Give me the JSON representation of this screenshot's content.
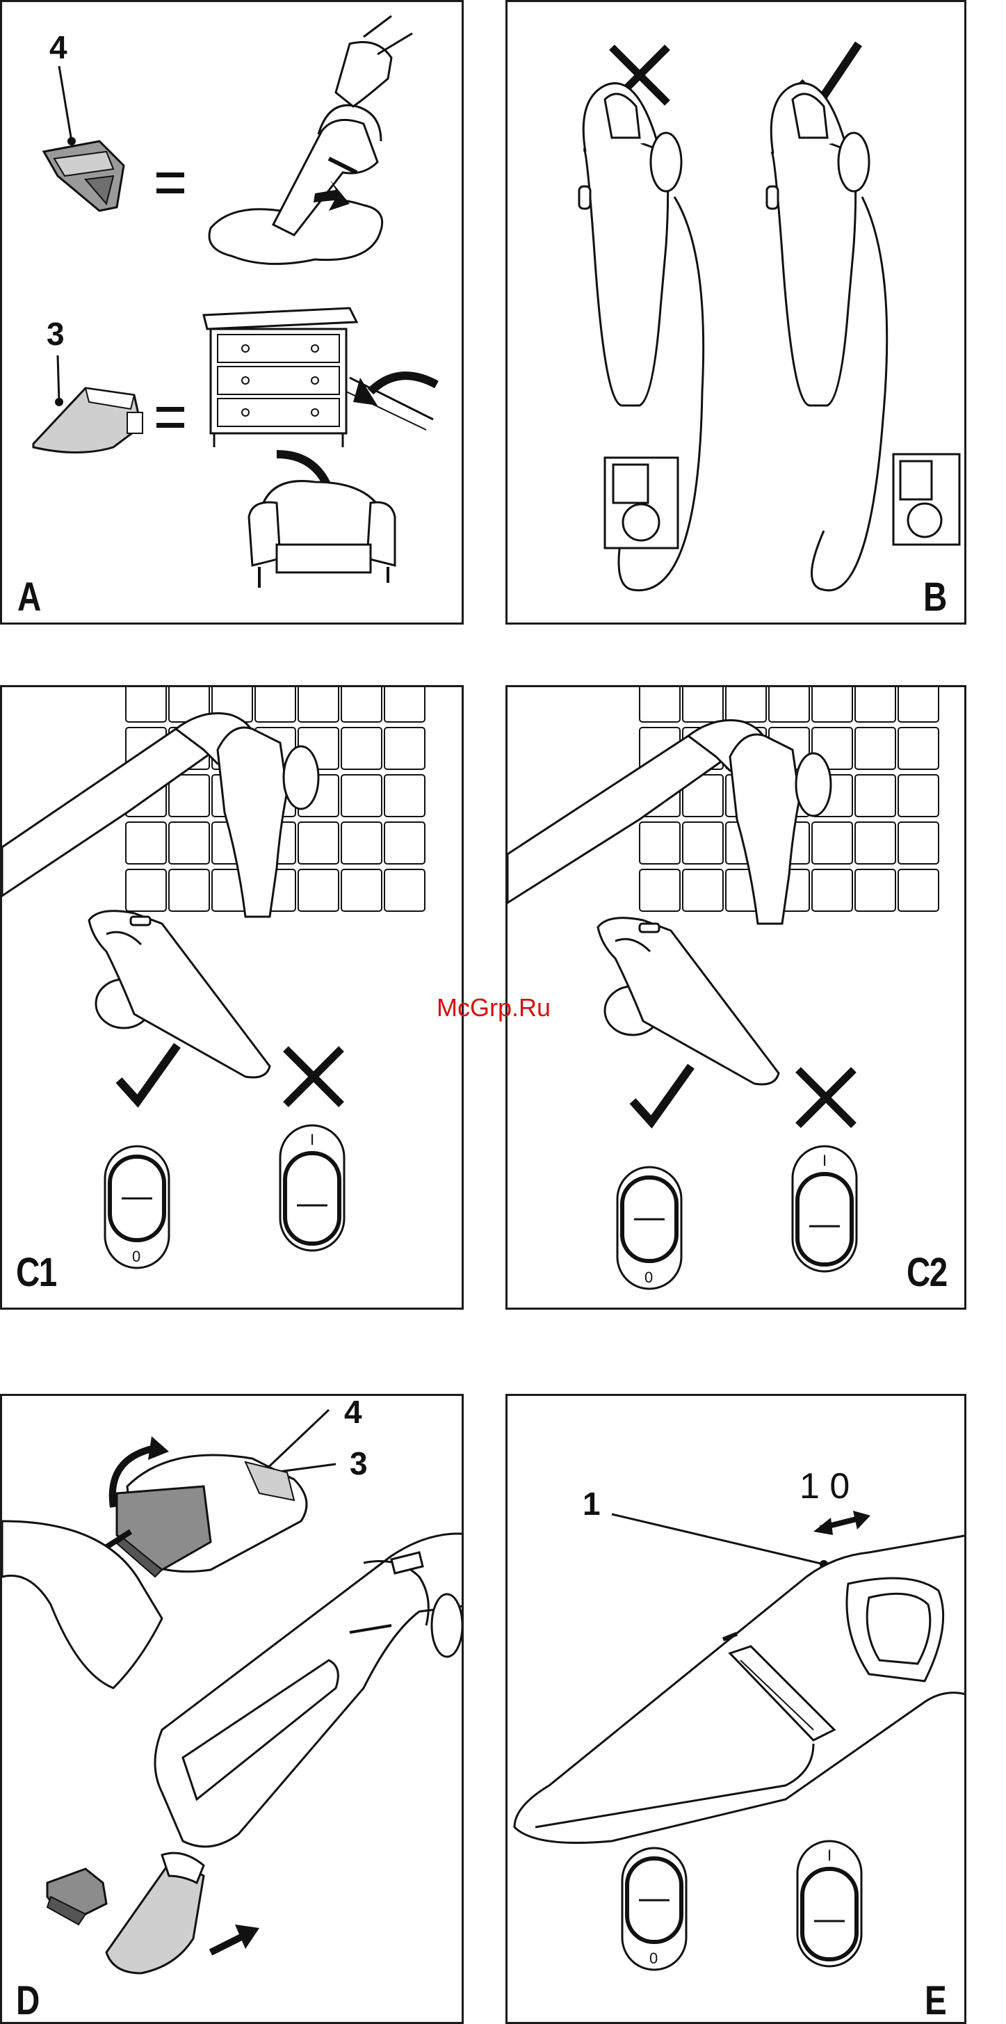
{
  "watermark": "McGrp.Ru",
  "panels": {
    "A": {
      "label": "A",
      "callout_top": "4",
      "callout_bottom": "3"
    },
    "B": {
      "label": "B"
    },
    "C1": {
      "label": "C1",
      "switch_left_num": "0",
      "switch_right_num": "I"
    },
    "C2": {
      "label": "C2",
      "switch_left_num": "0",
      "switch_right_num": "I"
    },
    "D": {
      "label": "D",
      "callout_4": "4",
      "callout_3": "3"
    },
    "E": {
      "label": "E",
      "callout_1": "1",
      "switch_legend": "1 0",
      "switch_left_num": "0",
      "switch_right_num": "I"
    }
  }
}
